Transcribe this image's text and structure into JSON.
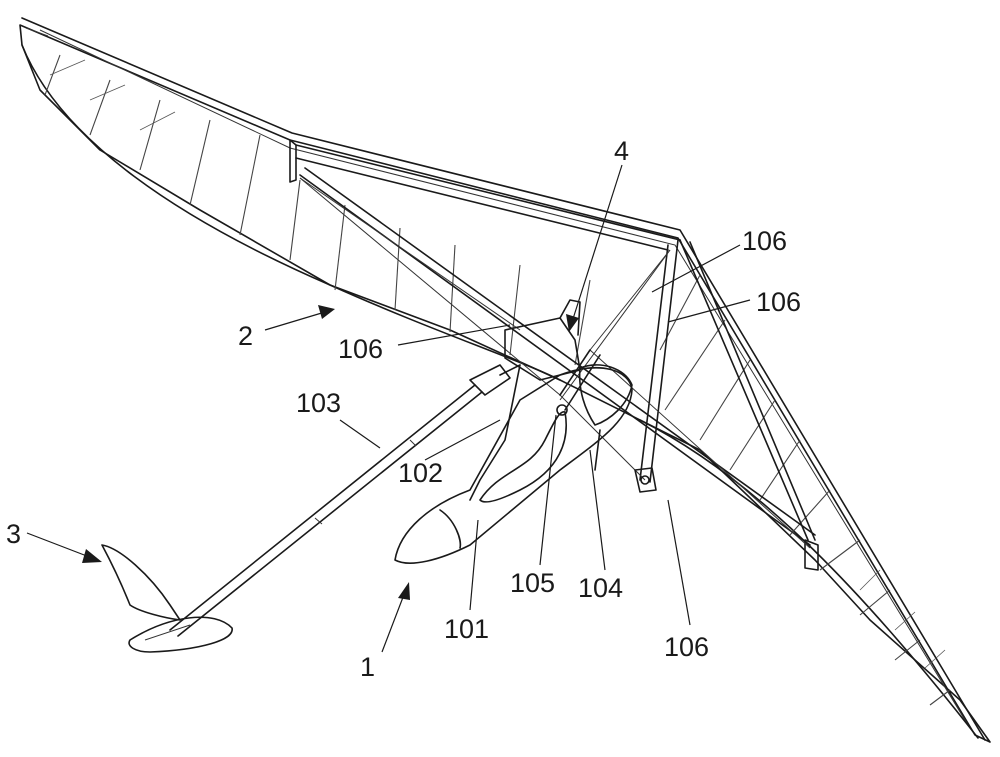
{
  "labels": {
    "ref_1": "1",
    "ref_2": "2",
    "ref_3": "3",
    "ref_4": "4",
    "ref_101": "101",
    "ref_102": "102",
    "ref_103": "103",
    "ref_104": "104",
    "ref_105": "105",
    "ref_106_a": "106",
    "ref_106_b": "106",
    "ref_106_c": "106",
    "ref_106_d": "106"
  }
}
